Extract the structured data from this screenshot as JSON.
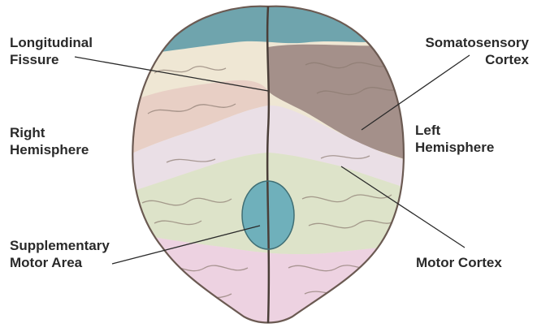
{
  "labels": {
    "longitudinal_fissure": [
      "Longitudinal",
      "Fissure"
    ],
    "right_hemisphere": [
      "Right",
      "Hemisphere"
    ],
    "supplementary_motor_area": [
      "Supplementary",
      "Motor Area"
    ],
    "somatosensory_cortex": [
      "Somatosensory",
      "Cortex"
    ],
    "left_hemisphere": [
      "Left",
      "Hemisphere"
    ],
    "motor_cortex": [
      "Motor Cortex"
    ]
  },
  "colors": {
    "frontal_tip": "#6fa4ad",
    "somatosensory": "#a4908a",
    "motor_cortex": "#eadfe6",
    "premotor": "#dde3c9",
    "prefrontal": "#edd2e1",
    "supplementary_motor": "#6fb0bb",
    "parietal": "#efe7d4",
    "outline": "#6b5a52",
    "text": "#2a2a2a"
  }
}
